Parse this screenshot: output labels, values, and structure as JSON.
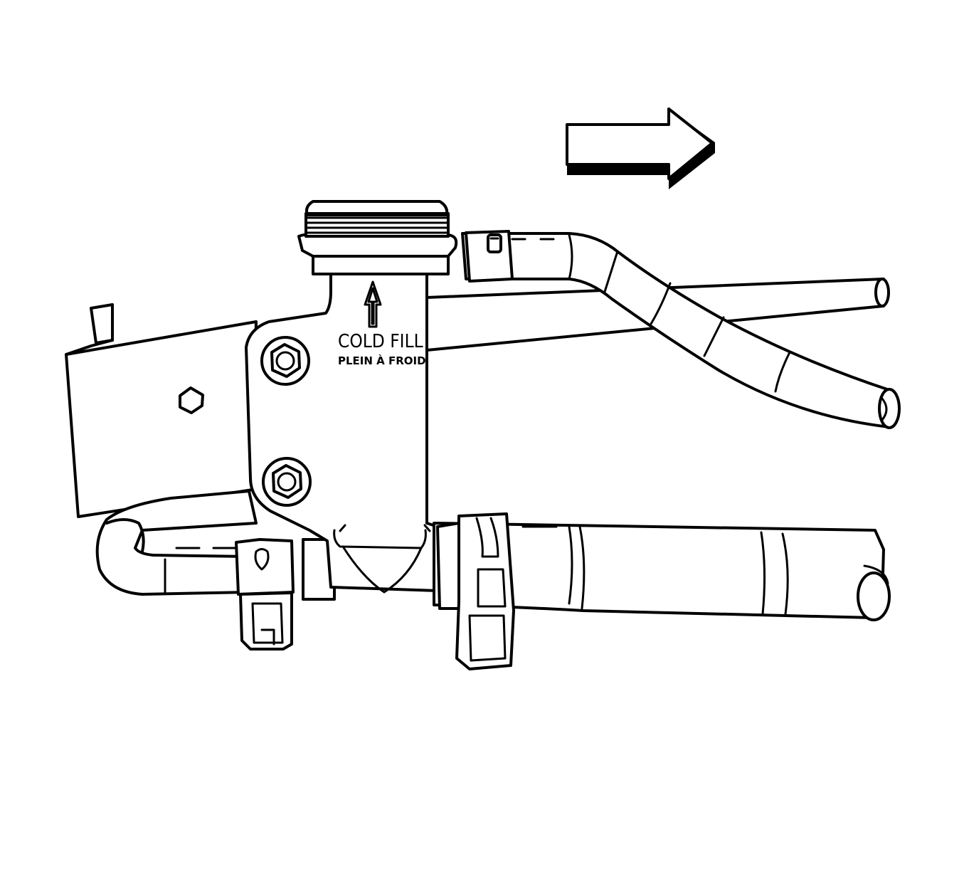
{
  "reservoir": {
    "label_primary": "COLD FILL",
    "label_secondary": "PLEIN À FROID",
    "fill_arrow_icon": "up-arrow-outline"
  },
  "direction_indicator": {
    "icon": "right-arrow-3d",
    "color": "#000000"
  },
  "colors": {
    "line": "#000000",
    "background": "#ffffff"
  }
}
